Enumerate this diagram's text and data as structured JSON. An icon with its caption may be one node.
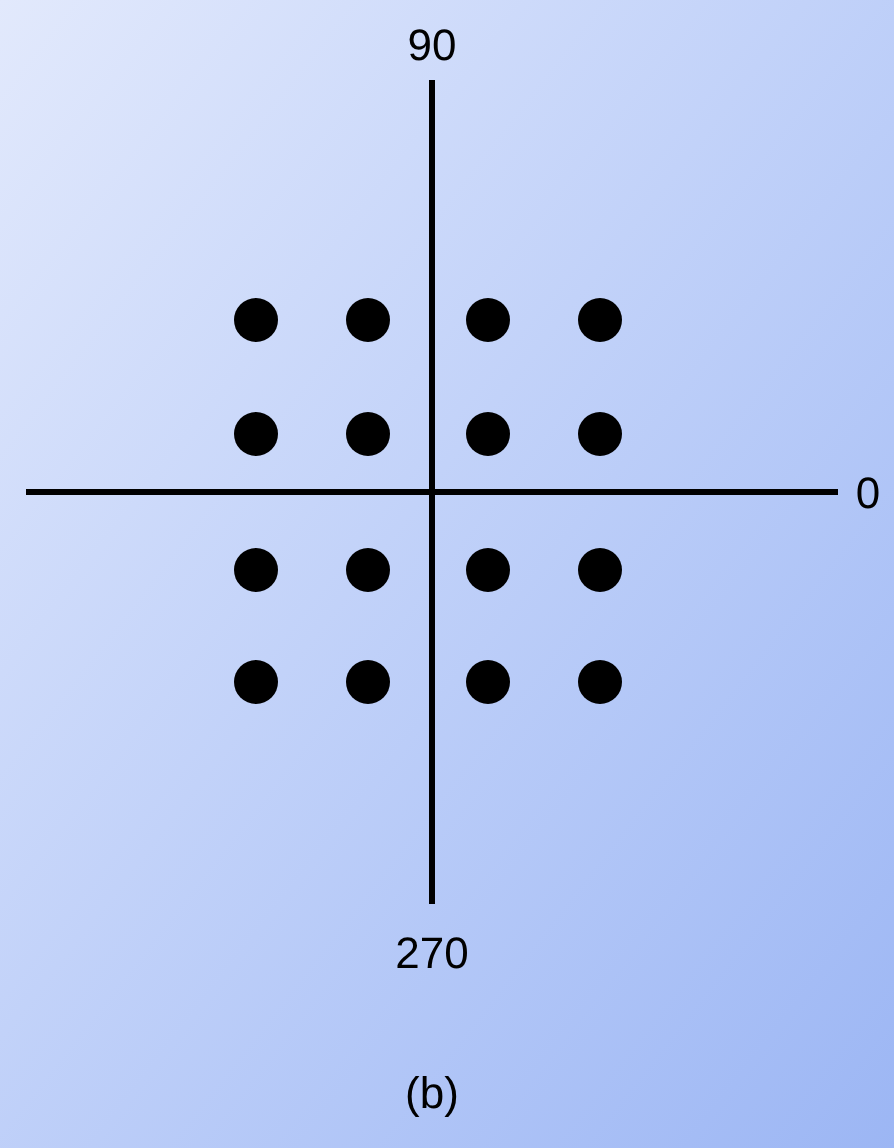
{
  "diagram": {
    "caption": "(b)",
    "labels": [
      "90",
      "0",
      "270"
    ]
  }
}
